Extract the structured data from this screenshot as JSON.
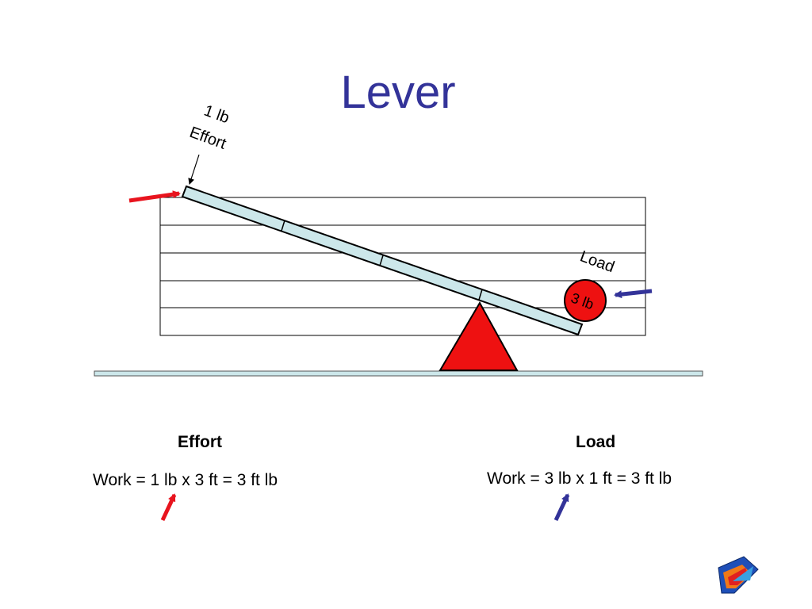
{
  "slide": {
    "title": "Lever"
  },
  "diagram": {
    "effort_label": {
      "weight": "1 lb",
      "name": "Effort"
    },
    "load_label": {
      "name": "Load",
      "weight": "3 lb"
    },
    "colors": {
      "title": "#333399",
      "effort_arrow": "#e8141e",
      "load_arrow": "#333399",
      "fulcrum": "#ee1111",
      "load_ball": "#ee1111",
      "beam": "#cce7ea",
      "ground": "#cce7ea"
    },
    "grid_rows": 5,
    "beam_sections": 4
  },
  "summary": {
    "effort": {
      "heading": "Effort",
      "formula": "Work = 1 lb x 3 ft = 3 ft lb"
    },
    "load": {
      "heading": "Load",
      "formula": "Work = 3 lb x 1 ft = 3 ft lb"
    }
  },
  "icons": {
    "corner_logo": "navigation-arrow-logo-icon"
  }
}
